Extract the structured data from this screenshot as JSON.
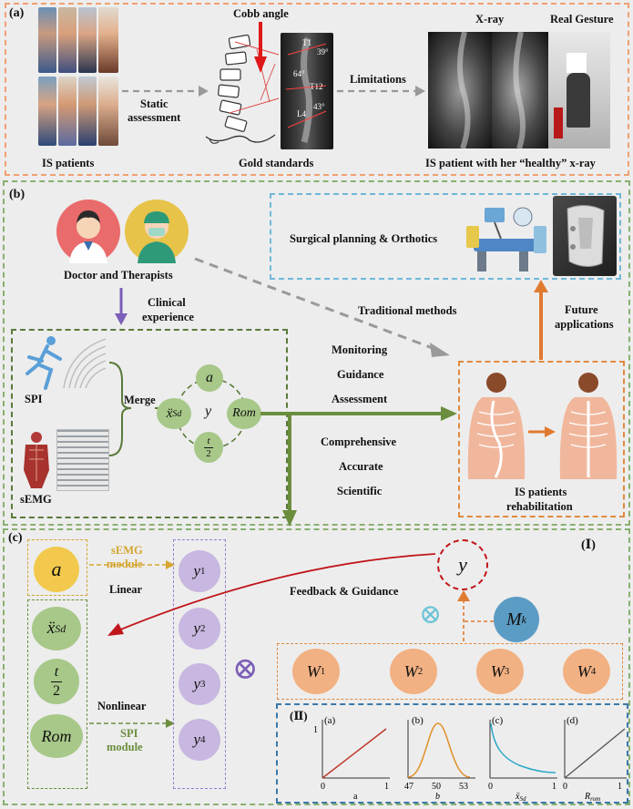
{
  "panel_a": {
    "tag": "(a)",
    "is_patients": "IS patients",
    "static_assessment_1": "Static",
    "static_assessment_2": "assessment",
    "cobb_angle": "Cobb angle",
    "gold_standards": "Gold standards",
    "limitations": "Limitations",
    "xray": "X-ray",
    "real_gesture": "Real Gesture",
    "caption_right": "IS patient with her “healthy” x-ray",
    "xray_labels": {
      "t1": "T1",
      "a39": "39°",
      "a64": "64°",
      "t12": "T12",
      "l4": "L4",
      "a43": "43°"
    }
  },
  "panel_b": {
    "tag": "(b)",
    "doctors": "Doctor and Therapists",
    "clinical_1": "Clinical",
    "clinical_2": "experience",
    "traditional": "Traditional methods",
    "surgical": "Surgical planning & Orthotics",
    "future_1": "Future",
    "future_2": "applications",
    "monitoring": "Monitoring",
    "guidance": "Guidance",
    "assessment": "Assessment",
    "comprehensive": "Comprehensive",
    "accurate": "Accurate",
    "scientific": "Scientific",
    "spi": "SPI",
    "semg": "sEMG",
    "merge": "Merge",
    "rehab_1": "IS patients",
    "rehab_2": "rehabilitation",
    "nodes": {
      "a": "a",
      "y": "y",
      "rom": "Rom",
      "xsd": "ẍ",
      "xsd_sub": "Sd",
      "t": "t",
      "two": "2"
    }
  },
  "panel_c": {
    "tag": "(c)",
    "roman_1": "(Ⅰ)",
    "roman_2": "(Ⅱ)",
    "a": "a",
    "xsd": "ẍ",
    "xsd_sub": "Sd",
    "t": "t",
    "two": "2",
    "rom": "Rom",
    "semg_module_1": "sEMG",
    "semg_module_2": "module",
    "linear": "Linear",
    "nonlinear": "Nonlinear",
    "spi_module_1": "SPI",
    "spi_module_2": "module",
    "feedback": "Feedback & Guidance",
    "y": "y",
    "y_items": [
      {
        "base": "y",
        "sub": "1"
      },
      {
        "base": "y",
        "sub": "2"
      },
      {
        "base": "y",
        "sub": "3"
      },
      {
        "base": "y",
        "sub": "4"
      }
    ],
    "w_items": [
      {
        "base": "W",
        "sub": "1"
      },
      {
        "base": "W",
        "sub": "2"
      },
      {
        "base": "W",
        "sub": "3"
      },
      {
        "base": "W",
        "sub": "4"
      }
    ],
    "mk": "M",
    "mk_sub": "k",
    "otimes": "⊗"
  },
  "mini_plots": [
    {
      "tag": "(a)",
      "xlabel": "a",
      "x_ticks": [
        "0",
        "1"
      ],
      "y_tick": "1",
      "type": "linear",
      "color": "#c0392b"
    },
    {
      "tag": "(b)",
      "xlabel": "b",
      "x_ticks": [
        "47",
        "50",
        "53"
      ],
      "type": "gaussian",
      "color": "#e0902a"
    },
    {
      "tag": "(c)",
      "xlabel": "ẍ",
      "xlabel_sub": "Sd",
      "x_ticks": [
        "0",
        "1"
      ],
      "type": "decay",
      "color": "#2aa8c8"
    },
    {
      "tag": "(d)",
      "xlabel": "R",
      "xlabel_sub": "rom",
      "x_ticks": [
        "0",
        "1"
      ],
      "type": "linear",
      "color": "#555555"
    }
  ],
  "colors": {
    "orange_border": "#f0a070",
    "green_border": "#8ab070",
    "dark_green": "#5a7a3a",
    "blue_border": "#6fb8d8",
    "red_arrow": "#c0161a",
    "orange_arrow": "#e07a30",
    "purple": "#7b5fb8",
    "node_green": "#a7c889",
    "node_yellow": "#f2c94c",
    "node_purple": "#c8b7e0",
    "node_orange": "#f2b183",
    "node_blue": "#5b9cc4"
  }
}
